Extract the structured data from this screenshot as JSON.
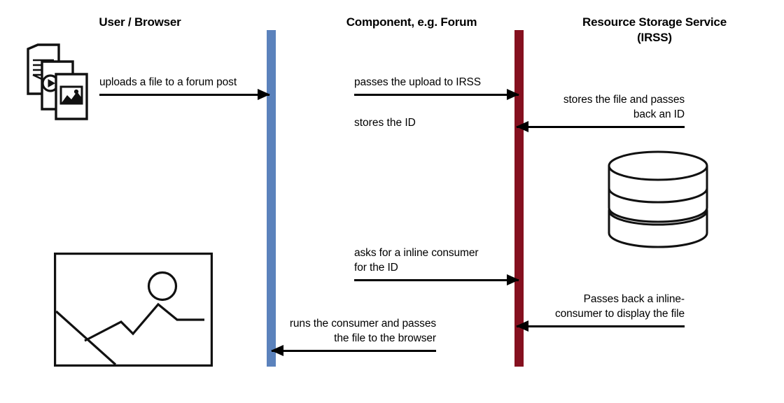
{
  "diagram": {
    "type": "sequence-diagram",
    "title_text_present": false,
    "participants": [
      {
        "id": "user",
        "label": "User / Browser",
        "lifeline_color": "#5B82BC"
      },
      {
        "id": "component",
        "label": "Component, e.g. Forum",
        "lifeline_color": "#5B82BC"
      },
      {
        "id": "irss",
        "label": "Resource Storage Service\n(IRSS)",
        "lifeline_color": "#85101F"
      }
    ],
    "messages": [
      {
        "index": 1,
        "from": "user",
        "to": "component",
        "direction": "right",
        "label": "uploads a file to a forum post",
        "label_align": "left"
      },
      {
        "index": 2,
        "from": "component",
        "to": "irss",
        "direction": "right",
        "label": "passes the upload to IRSS",
        "label_align": "left"
      },
      {
        "index": 3,
        "from": "irss",
        "to": "component",
        "direction": "left",
        "label": "stores the file and passes\nback an ID",
        "label_align": "right"
      },
      {
        "index": 4,
        "from": "component",
        "to": "irss",
        "direction": "right",
        "label": "asks for a inline consumer\nfor the ID",
        "label_align": "left"
      },
      {
        "index": 5,
        "from": "irss",
        "to": "component",
        "direction": "left",
        "label": "Passes back a inline-\nconsumer to display the file",
        "label_align": "right"
      },
      {
        "index": 6,
        "from": "component",
        "to": "user",
        "direction": "left",
        "label": "runs the consumer and passes\nthe file to the browser",
        "label_align": "right"
      }
    ],
    "annotations": [
      {
        "id": "stores-the-id",
        "label": "stores the ID",
        "near": "component"
      }
    ],
    "icons": [
      {
        "id": "documents-stack",
        "name": "documents-stack-icon",
        "description": "three stacked file pages: text document, video page, image page"
      },
      {
        "id": "image-frame",
        "name": "image-frame-icon",
        "description": "picture frame with sun and mountains"
      },
      {
        "id": "database",
        "name": "database-icon",
        "description": "three-disk storage cylinder"
      }
    ],
    "colors": {
      "lifeline_blue": "#5B82BC",
      "lifeline_red": "#85101F",
      "stroke": "#000000",
      "background": "#FFFFFF"
    }
  }
}
